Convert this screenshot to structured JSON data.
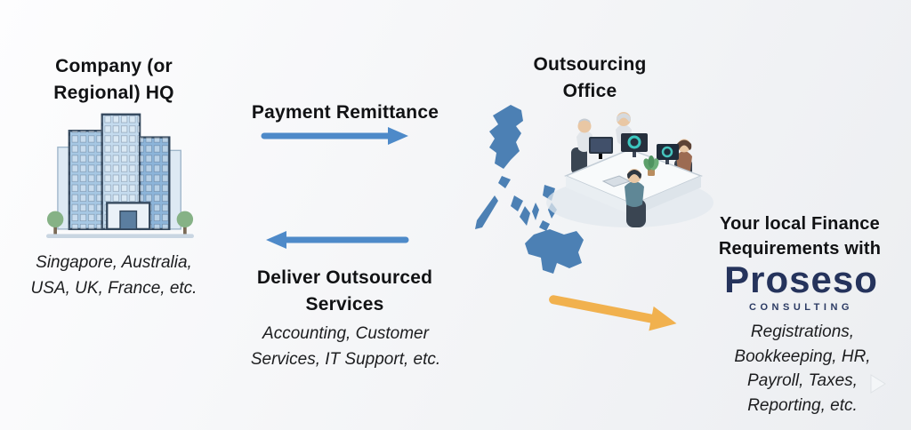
{
  "colors": {
    "blue_arrow": "#4e8ac9",
    "orange_arrow": "#f1b14e",
    "brand_navy": "#25335c",
    "map_blue": "#4c80b4"
  },
  "hq": {
    "title": "Company (or Regional) HQ",
    "locations": "Singapore, Australia, USA, UK, France, etc."
  },
  "payment": {
    "label": "Payment Remittance"
  },
  "deliver": {
    "title": "Deliver Outsourced Services",
    "detail": "Accounting, Customer Services, IT Support, etc."
  },
  "outsourcing": {
    "title": "Outsourcing Office"
  },
  "local": {
    "heading": "Your local Finance Requirements with",
    "brand": "Proseso",
    "brand_sub": "CONSULTING",
    "details": "Registrations, Bookkeeping, HR, Payroll, Taxes, Reporting, etc."
  }
}
